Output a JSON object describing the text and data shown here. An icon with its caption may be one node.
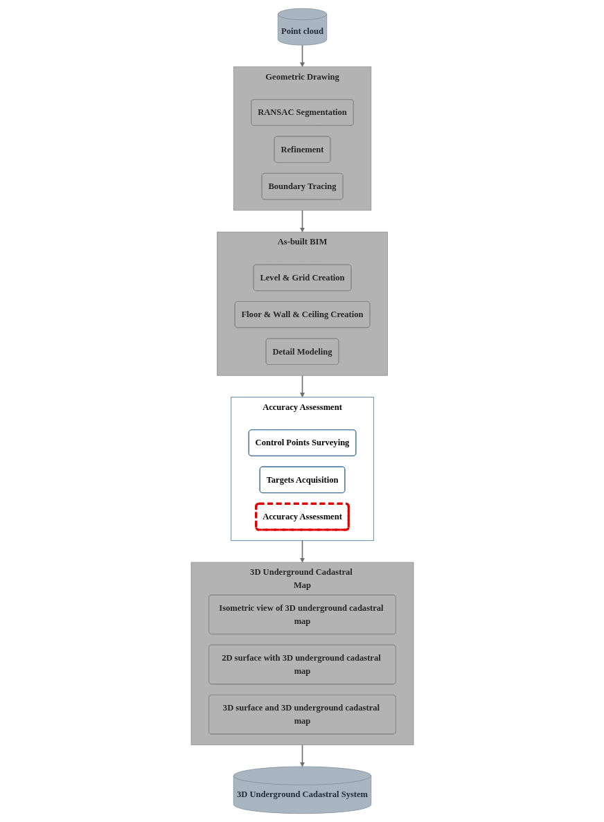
{
  "diagram": {
    "nodes": [
      {
        "text": [
          "Point cloud"
        ]
      },
      {
        "text": [
          "Geometric Drawing"
        ]
      },
      {
        "text": [
          "RANSAC Segmentation"
        ],
        "in": 1
      },
      {
        "text": [
          "Refinement"
        ],
        "in": 1
      },
      {
        "text": [
          "Boundary Tracing"
        ],
        "in": 1
      },
      {
        "text": [
          "As-built BIM"
        ]
      },
      {
        "text": [
          "Level & Grid Creation"
        ],
        "in": 5
      },
      {
        "text": [
          "Floor & Wall & Ceiling Creation"
        ],
        "in": 5
      },
      {
        "text": [
          "Detail Modeling"
        ],
        "in": 5
      },
      {
        "text": [
          "Accuracy Assessment"
        ]
      },
      {
        "text": [
          "Control Points Surveying"
        ],
        "in": 9
      },
      {
        "text": [
          "Targets Acquisition"
        ],
        "in": 9
      },
      {
        "text": [
          "Accuracy Assessment"
        ],
        "in": 9
      },
      {
        "text": [
          "3D Underground Cadastral Map"
        ]
      },
      {
        "text": [
          "Isometric view of 3D underground cadastral map"
        ],
        "in": 13
      },
      {
        "text": [
          "2D surface with 3D underground cadastral map"
        ],
        "in": 13
      },
      {
        "text": [
          "3D surface and 3D underground cadastral map"
        ],
        "in": 13
      },
      {
        "text": [
          "3D Underground Cadastral System"
        ]
      }
    ],
    "edges": [
      {
        "from": 0,
        "to": 1,
        "arrow": "to"
      },
      {
        "from": 1,
        "to": 5,
        "arrow": "to"
      },
      {
        "from": 5,
        "to": 9,
        "arrow": "to"
      },
      {
        "from": 9,
        "to": 13,
        "arrow": "to"
      },
      {
        "from": 13,
        "to": 17,
        "arrow": "to"
      }
    ]
  }
}
